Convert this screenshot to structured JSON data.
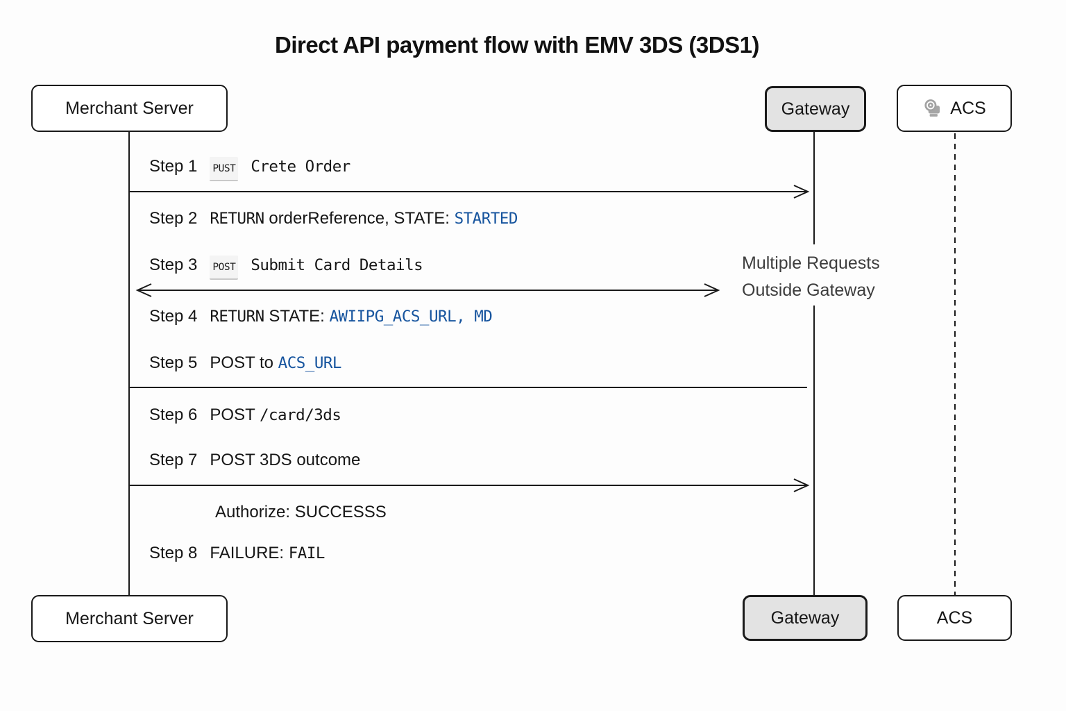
{
  "title": "Direct API payment flow with EMV 3DS (3DS1)",
  "actors": {
    "merchant_top": "Merchant Server",
    "gateway_top": "Gateway",
    "acs_top": "ACS",
    "merchant_bottom": "Merchant Server",
    "gateway_bottom": "Gateway",
    "acs_bottom": "ACS"
  },
  "note": {
    "line1": "Multiple Requests",
    "line2": "Outside Gateway"
  },
  "steps": [
    {
      "label": "Step 1",
      "badge": "PUST",
      "seg1": "Crete Order"
    },
    {
      "label": "Step 2",
      "seg1": "RETURN",
      "seg2": " orderReference, STATE: ",
      "seg3": "STARTED"
    },
    {
      "label": "Step 3",
      "badge": "POST",
      "seg1": "Submit Card Details"
    },
    {
      "label": "Step 4",
      "seg1": "RETURN",
      "seg2": " STATE: ",
      "seg3": "AWIIPG_ACS_URL, MD"
    },
    {
      "label": "Step 5",
      "seg1": "POST to ",
      "seg2": "ACS_URL"
    },
    {
      "label": "Step 6",
      "seg1": "POST ",
      "seg2": "/card/3ds"
    },
    {
      "label": "Step 7",
      "seg1": "POST 3DS outcome"
    },
    {
      "label": "",
      "seg1": "Authorize: SUCCESSS"
    },
    {
      "label": "Step 8",
      "seg1": "FAILURE: ",
      "seg2": "FAIL"
    }
  ],
  "colors": {
    "accent_blue": "#16549e",
    "gateway_fill": "#e3e3e3",
    "note_gray": "#3d3d3d",
    "line_ink": "#1a1a1a"
  }
}
